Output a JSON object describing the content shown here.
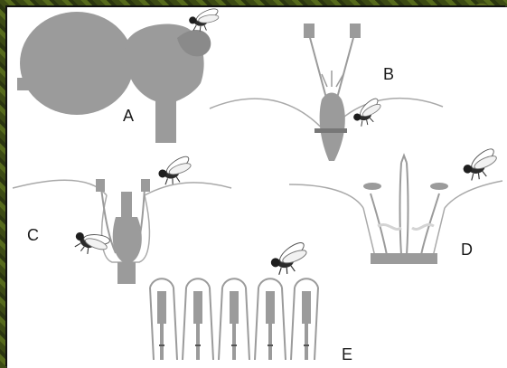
{
  "panel_labels": {
    "a": "A",
    "b": "B",
    "c": "C",
    "d": "D",
    "e": "E"
  },
  "colors": {
    "plant_fill": "#9b9b9b",
    "petal_line": "#a9a9a9",
    "fly_body": "#2b2b2b",
    "background": "#ffffff",
    "foliage": "#4e5f1b"
  }
}
